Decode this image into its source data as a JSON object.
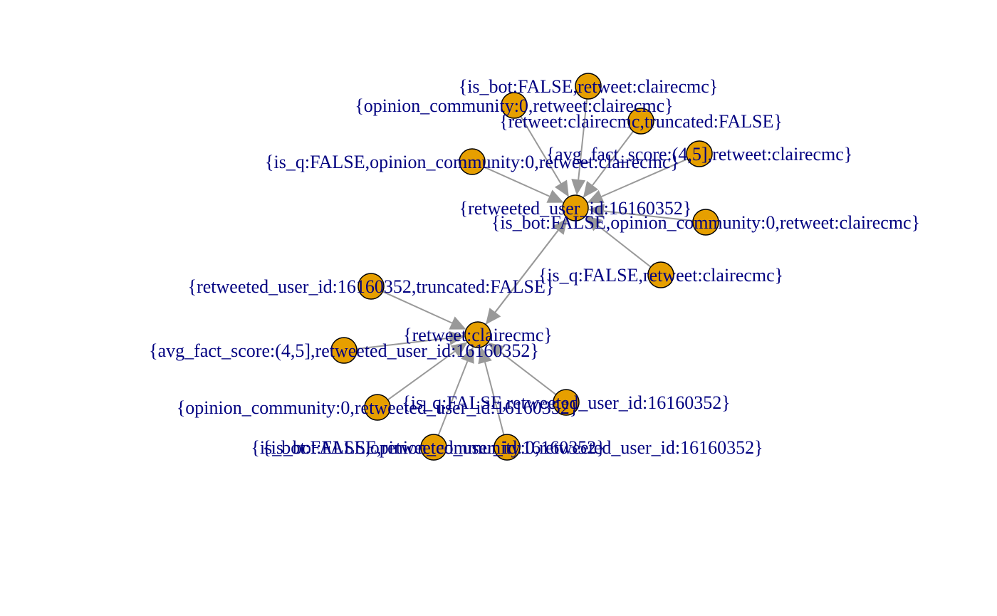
{
  "colors": {
    "node_fill": "#E69F00",
    "node_stroke": "#000000",
    "edge": "#999999",
    "label": "#000080",
    "background": "#ffffff"
  },
  "nodes": [
    {
      "id": "n_center",
      "label": "{retweeted_user_id:16160352}"
    },
    {
      "id": "n_rt",
      "label": "{retweet:clairecmc}"
    },
    {
      "id": "n1",
      "label": "{is_bot:FALSE,retweet:clairecmc}"
    },
    {
      "id": "n2",
      "label": "{opinion_community:0,retweet:clairecmc}"
    },
    {
      "id": "n3",
      "label": "{retweet:clairecmc,truncated:FALSE}"
    },
    {
      "id": "n4",
      "label": "{avg_fact_score:(4,5],retweet:clairecmc}"
    },
    {
      "id": "n5",
      "label": "{is_q:FALSE,opinion_community:0,retweet:clairecmc}"
    },
    {
      "id": "n6",
      "label": "{is_bot:FALSE,opinion_community:0,retweet:clairecmc}"
    },
    {
      "id": "n7",
      "label": "{is_q:FALSE,retweet:clairecmc}"
    },
    {
      "id": "n8",
      "label": "{retweeted_user_id:16160352,truncated:FALSE}"
    },
    {
      "id": "n9",
      "label": "{avg_fact_score:(4,5],retweeted_user_id:16160352}"
    },
    {
      "id": "n10",
      "label": "{opinion_community:0,retweeted_user_id:16160352}"
    },
    {
      "id": "n11",
      "label": "{is_q:FALSE,retweeted_user_id:16160352}"
    },
    {
      "id": "n12",
      "label": "{is_bot:FALSE,retweeted_user_id:16160352}"
    },
    {
      "id": "n13",
      "label": "{is_bot:FALSE,opinion_community:0,retweeted_user_id:16160352}"
    }
  ],
  "edges": [
    {
      "from": "n1",
      "to": "n_center"
    },
    {
      "from": "n2",
      "to": "n_center"
    },
    {
      "from": "n3",
      "to": "n_center"
    },
    {
      "from": "n4",
      "to": "n_center"
    },
    {
      "from": "n5",
      "to": "n_center"
    },
    {
      "from": "n6",
      "to": "n_center"
    },
    {
      "from": "n7",
      "to": "n_center"
    },
    {
      "from": "n_rt",
      "to": "n_center"
    },
    {
      "from": "n_center",
      "to": "n_rt"
    },
    {
      "from": "n8",
      "to": "n_rt"
    },
    {
      "from": "n9",
      "to": "n_rt"
    },
    {
      "from": "n10",
      "to": "n_rt"
    },
    {
      "from": "n11",
      "to": "n_rt"
    },
    {
      "from": "n12",
      "to": "n_rt"
    },
    {
      "from": "n13",
      "to": "n_rt"
    }
  ]
}
